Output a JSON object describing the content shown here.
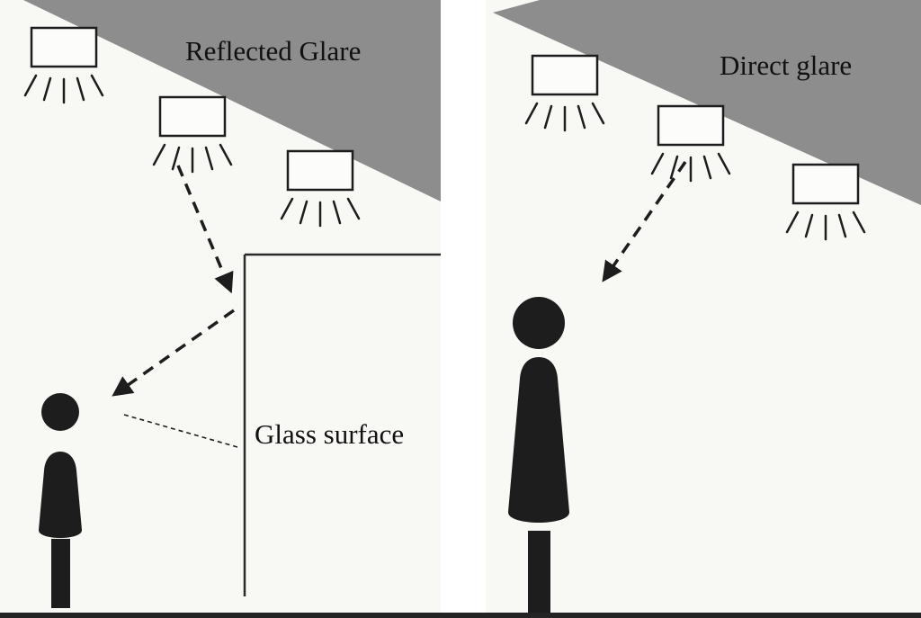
{
  "panels": {
    "left": {
      "title": "Reflected Glare",
      "glass_label": "Glass surface"
    },
    "right": {
      "title": "Direct glare"
    }
  },
  "colors": {
    "ceiling_color": "#8d8d8d",
    "ink_color": "#1d1d1d",
    "panel_bg": "#f8f8f5",
    "gap_bg": "#ffffff",
    "floor_color": "#242424",
    "label_color": "#111111"
  },
  "icons": {
    "light_fixture": "rectangle-with-downward-light-rays",
    "person": "person-silhouette",
    "glare_path": "dashed-arrow",
    "glass_surface": "corner-line"
  }
}
